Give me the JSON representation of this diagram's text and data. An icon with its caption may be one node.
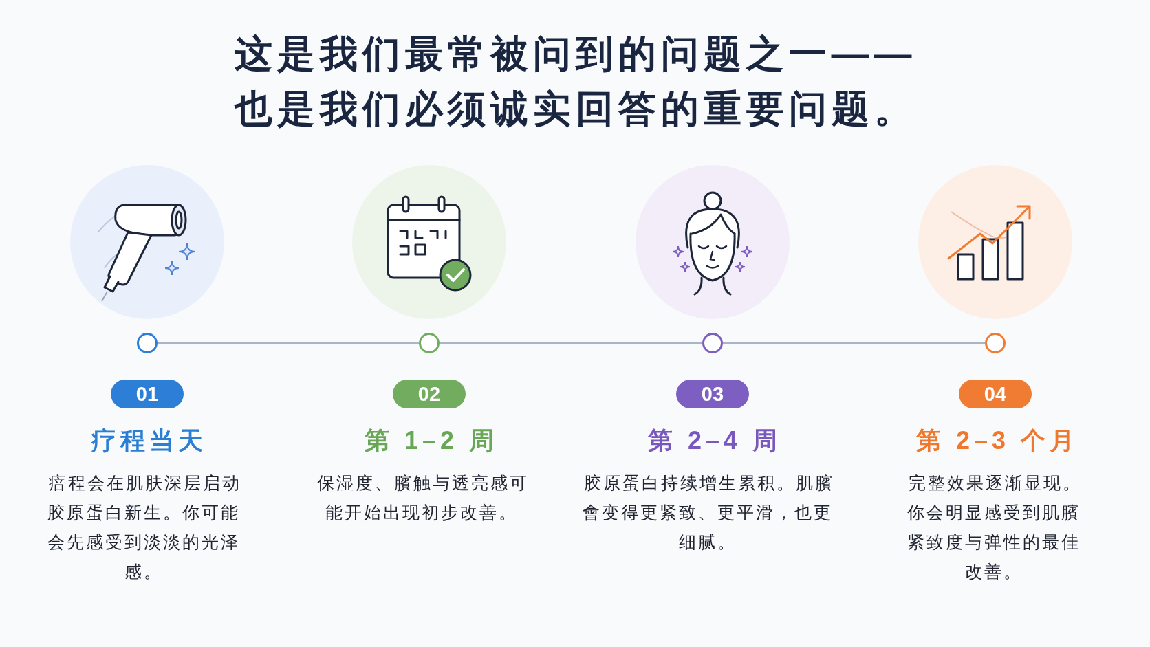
{
  "diagram": {
    "title": "这是我们最常被问到的问题之一——也是我们必须诚实回答的重要问题。",
    "nodes": [
      {
        "text": [],
        "shape": "picture"
      },
      {
        "text": [],
        "shape": "picture"
      },
      {
        "text": [],
        "shape": "picture"
      },
      {
        "text": [],
        "shape": "picture"
      },
      {
        "text": [],
        "shape": "circle"
      },
      {
        "text": [],
        "shape": "circle"
      },
      {
        "text": [],
        "shape": "circle"
      },
      {
        "text": [],
        "shape": "circle"
      },
      {
        "text": [
          "01"
        ],
        "beside": [
          "疗程当天",
          "瘖程会在肌肤深层启动胶原蛋白新生。你可能会先感受到淡淡的光泽感。"
        ]
      },
      {
        "text": [
          "02"
        ],
        "beside": [
          "第 1–2 周",
          "保湿度、臏触与透亮感可能开始出现初步改善。"
        ]
      },
      {
        "text": [
          "03"
        ],
        "beside": [
          "第 2–4 周",
          "胶原蛋白持续增生累积。肌臏會变得更紧致、更平滑，也更细腻。"
        ]
      },
      {
        "text": [
          "04"
        ],
        "beside": [
          "第 2–3 个月",
          "完整效果逐渐显现。你会明显感受到肌臏紧致度与弹性的最佳改善。"
        ]
      }
    ],
    "edges": [
      {
        "from": 4,
        "to": 5,
        "arrow": "none"
      },
      {
        "from": 5,
        "to": 6,
        "arrow": "none"
      },
      {
        "from": 6,
        "to": 7,
        "arrow": "none"
      }
    ]
  }
}
